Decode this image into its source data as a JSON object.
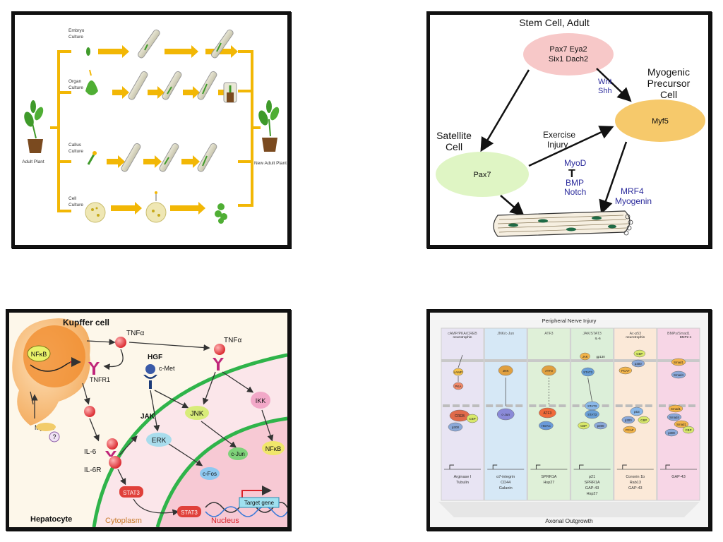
{
  "plant_panel": {
    "rows": [
      {
        "label_line1": "Embryo",
        "label_line2": "Culture"
      },
      {
        "label_line1": "Organ",
        "label_line2": "Culture"
      },
      {
        "label_line1": "Callus",
        "label_line2": "Culture"
      },
      {
        "label_line1": "Cell",
        "label_line2": "Culture"
      }
    ],
    "adult_plant": "Adult Plant",
    "new_adult_plant": "New Adult Plant",
    "colors": {
      "arrow": "#f2b705",
      "plant": "#3f9a2a",
      "pot": "#7a4a1f"
    }
  },
  "stem_panel": {
    "title": "Stem Cell, Adult",
    "stem_markers": {
      "line1": "Pax7  Eya2",
      "line2": "Six1  Dach2"
    },
    "myogenic_label": {
      "line1": "Myogenic",
      "line2": "Precursor",
      "line3": "Cell"
    },
    "myf5": "Myf5",
    "satellite_label": {
      "line1": "Satellite",
      "line2": "Cell"
    },
    "pax7": "Pax7",
    "wnt": "Wnt",
    "shh": "Shh",
    "exercise": "Exercise",
    "injury": "Injury",
    "myod": "MyoD",
    "inhibit": "T",
    "bmp": "BMP",
    "notch": "Notch",
    "mrf4": "MRF4",
    "myogenin": "Myogenin",
    "colors": {
      "stem": "#f7c8c8",
      "myf5": "#f6c96b",
      "pax7": "#dff5c4",
      "blue_text": "#2b2b9c"
    }
  },
  "liver_panel": {
    "kupffer": "Kupffer cell",
    "nfkb_kupffer": "NFκB",
    "tnfa_top": "TNFα",
    "tnfr1": "TNFR1",
    "tnfa_right": "TNFα",
    "hgf": "HGF",
    "cmet": "c-Met",
    "myd88": "MyD88",
    "question": "?",
    "il6": "IL-6",
    "il6r": "IL-6R",
    "jak": "JAK",
    "erk": "ERK",
    "jnk": "JNK",
    "ikk": "IKK",
    "cjun": "c-Jun",
    "nfkb": "NFκB",
    "cfos": "c-Fos",
    "stat3_a": "STAT3",
    "stat3_b": "STAT3",
    "target_gene": "Target gene",
    "hepatocyte": "Hepatocyte",
    "cytoplasm": "Cytoplasm",
    "nucleus": "Nucleus"
  },
  "nerve_panel": {
    "title": "Peripheral Nerve Injury",
    "footer": "Axonal Outgrowth",
    "columns": [
      {
        "header": "cAMP/PKA/CREB",
        "genes": [
          "Arginase I",
          "Tubulin"
        ]
      },
      {
        "header": "JNK/c-Jun",
        "genes": [
          "α7-integrin",
          "CD44",
          "Galanin"
        ]
      },
      {
        "header": "ATF3",
        "genes": [
          "SPRR1A",
          "Hsp27"
        ]
      },
      {
        "header": "JAK/STAT3",
        "genes": [
          "p21",
          "SPRR1A",
          "GAP-43",
          "Hsp27"
        ]
      },
      {
        "header": "Ac-p53",
        "genes": [
          "Coronin 1b",
          "Rab13",
          "GAP-43"
        ]
      },
      {
        "header": "BMPs/Smad1",
        "genes": [
          "GAP-43"
        ]
      }
    ],
    "col_colors": [
      "#e8e4f3",
      "#d6e8f6",
      "#dff0d8",
      "#dcefd9",
      "#fbe9d8",
      "#f7d6e6"
    ],
    "labels": {
      "neurotrophin": "neurotrophin",
      "camp": "cAMP",
      "pka": "PKA",
      "creb": "CREB",
      "cbp": "CBP",
      "p300": "p300",
      "jnk": "JNK",
      "cjun": "c-Jun",
      "atf3": "ATF3",
      "hdac": "HDAC",
      "jak": "JAK",
      "stat3": "STAT3",
      "il6": "IL-6",
      "gp130": "gp130",
      "pcaf": "PCAF",
      "p53": "p53",
      "smad1": "Smad1",
      "smad4": "Smad4",
      "bmp24": "BMP2-4"
    }
  }
}
